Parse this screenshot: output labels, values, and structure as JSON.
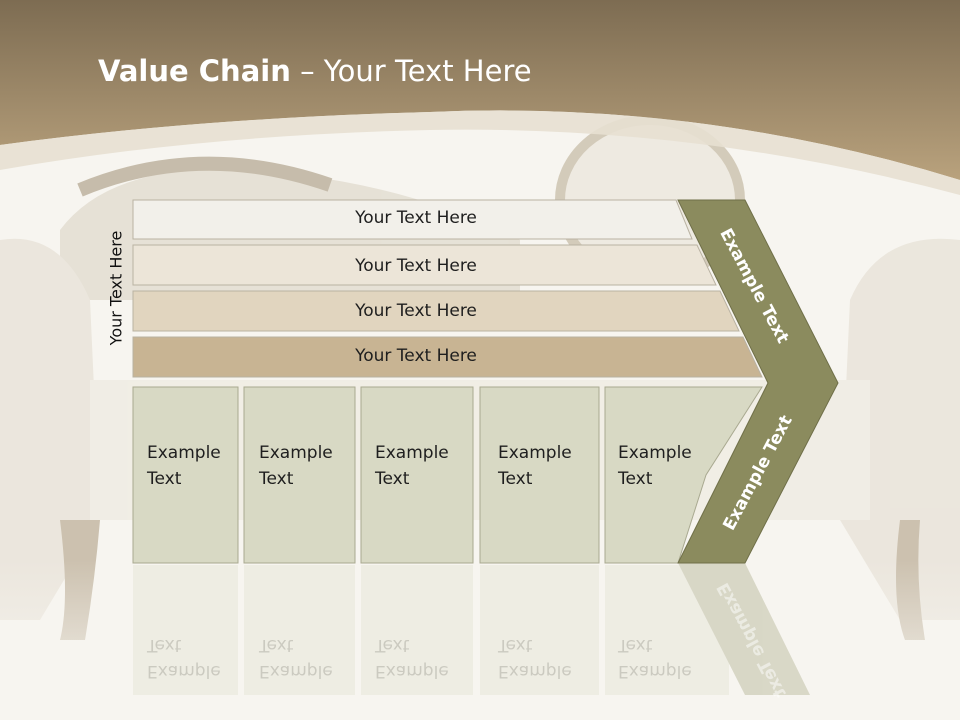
{
  "title": {
    "bold": "Value Chain",
    "rest": " – Your Text Here"
  },
  "side_label": "Your Text Here",
  "rows": [
    {
      "label": "Your Text Here"
    },
    {
      "label": "Your Text Here"
    },
    {
      "label": "Your Text Here"
    },
    {
      "label": "Your Text Here"
    }
  ],
  "boxes": [
    {
      "line1": "Example",
      "line2": "Text"
    },
    {
      "line1": "Example",
      "line2": "Text"
    },
    {
      "line1": "Example",
      "line2": "Text"
    },
    {
      "line1": "Example",
      "line2": "Text"
    },
    {
      "line1": "Example",
      "line2": "Text"
    }
  ],
  "chevron": {
    "upper": "Example Text",
    "lower": "Example Text"
  },
  "colors": {
    "header": "#a8916c",
    "row_fills": [
      "#f2f0ea",
      "#ece5d8",
      "#e1d5bf",
      "#c8b493"
    ],
    "box_fill": "#d8d9c4",
    "chevron_fill": "#8b8b5e",
    "text_dark": "#1e1e1e"
  }
}
